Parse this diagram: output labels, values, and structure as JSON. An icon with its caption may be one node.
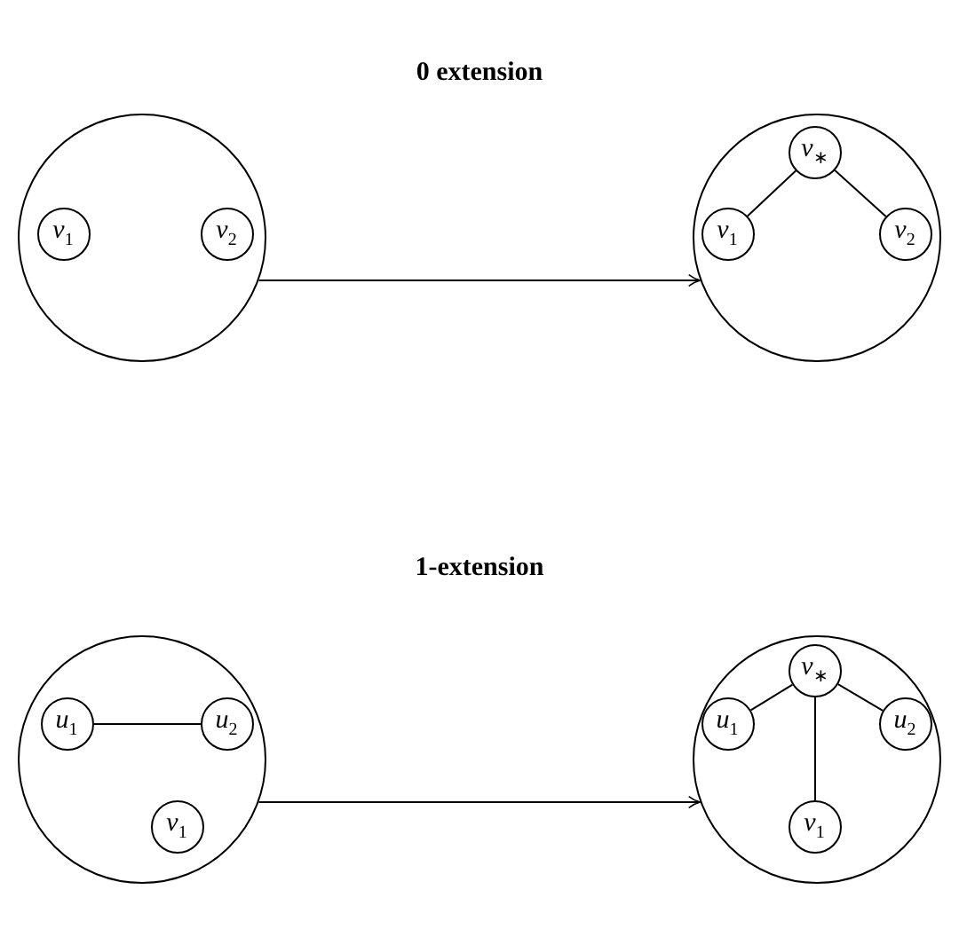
{
  "diagram": {
    "nodes": [
      {
        "text": [],
        "shape": "circle"
      },
      {
        "text": [
          "*v*$_{1}$"
        ],
        "in": 0
      },
      {
        "text": [
          "*v*$_{2}$"
        ],
        "in": 0
      },
      {
        "text": [],
        "shape": "circle"
      },
      {
        "text": [
          "*v*$_{∗}$"
        ],
        "in": 3
      },
      {
        "text": [
          "*v*$_{1}$"
        ],
        "in": 3
      },
      {
        "text": [
          "*v*$_{2}$"
        ],
        "in": 3
      },
      {
        "text": [],
        "shape": "circle"
      },
      {
        "text": [
          "*u*$_{1}$"
        ],
        "in": 7
      },
      {
        "text": [
          "*u*$_{2}$"
        ],
        "in": 7
      },
      {
        "text": [
          "*v*$_{1}$"
        ],
        "in": 7
      },
      {
        "text": [],
        "shape": "circle"
      },
      {
        "text": [
          "*v*$_{∗}$"
        ],
        "in": 11
      },
      {
        "text": [
          "*u*$_{1}$"
        ],
        "in": 11
      },
      {
        "text": [
          "*u*$_{2}$"
        ],
        "in": 11
      },
      {
        "text": [
          "*v*$_{1}$"
        ],
        "in": 11
      }
    ],
    "edges": [
      {
        "from": 4,
        "to": 5,
        "arrow": "none"
      },
      {
        "from": 4,
        "to": 6,
        "arrow": "none"
      },
      {
        "from": 0,
        "to": 3,
        "arrow": "to"
      },
      {
        "from": 8,
        "to": 9,
        "arrow": "none"
      },
      {
        "from": 7,
        "to": 11,
        "arrow": "to"
      },
      {
        "from": 12,
        "to": 13,
        "arrow": "none"
      },
      {
        "from": 12,
        "to": 14,
        "arrow": "none"
      },
      {
        "from": 12,
        "to": 15,
        "arrow": "none"
      }
    ],
    "labels": [
      "0 extension",
      "1-extension"
    ]
  }
}
